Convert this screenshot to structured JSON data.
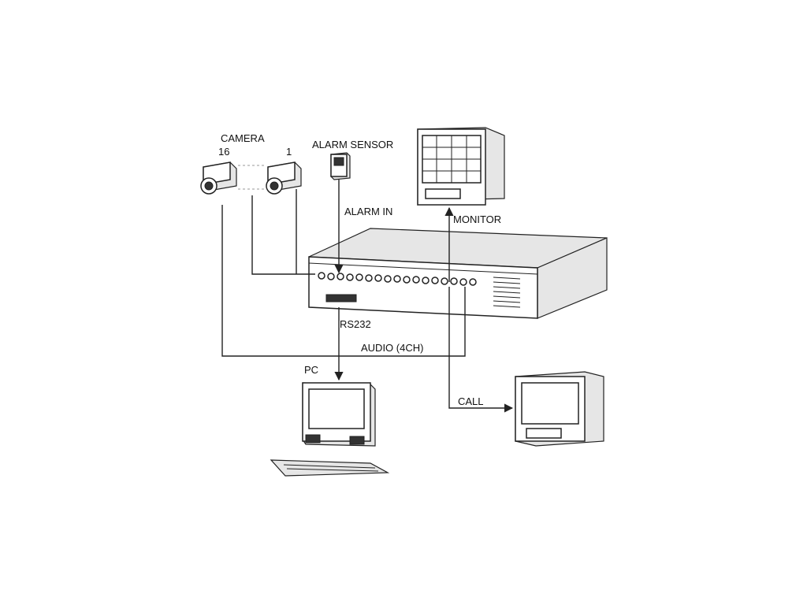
{
  "labels": {
    "camera": "CAMERA",
    "camera_16": "16",
    "camera_1": "1",
    "alarm_sensor": "ALARM SENSOR",
    "alarm_in": "ALARM IN",
    "monitor": "MONITOR",
    "rs232": "RS232",
    "audio": "AUDIO (4CH)",
    "pc": "PC",
    "call": "CALL"
  },
  "colors": {
    "line": "#222222",
    "background": "#ffffff"
  }
}
